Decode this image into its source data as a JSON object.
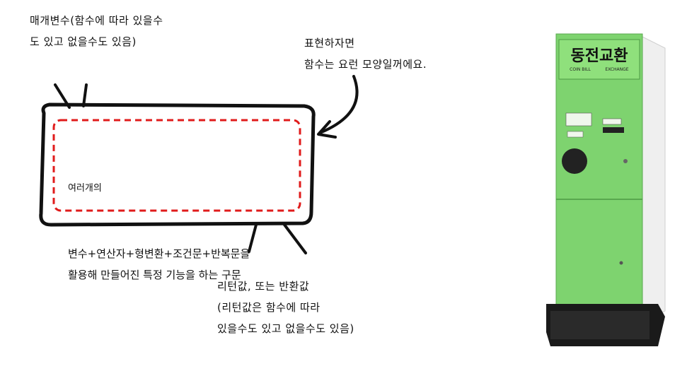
{
  "notes": {
    "parameters": "매개변수(함수에 따라 있을수\n도 있고 없을수도 있음)",
    "expression": "표현하자면\n함수는 요런 모양일꺼에요.",
    "return_value": "리턴값, 또는 반환값\n(리턴값은 함수에 따라\n있을수도 있고 없을수도 있음)"
  },
  "function_box": {
    "title": "여러개의",
    "description": "변수+연산자+형변환+조건문+반복문을\n활용해 만들어진 특정 기능을 하는 구문"
  },
  "machine": {
    "sign_main": "동전교환",
    "sign_sub_left": "COIN BILL",
    "sign_sub_right": "EXCHANGE",
    "body_color": "#7ed36f",
    "side_color": "#f2f2f2",
    "base_color": "#1a1a1a"
  },
  "colors": {
    "dashed_border": "#e01b1b",
    "outline": "#111111"
  }
}
